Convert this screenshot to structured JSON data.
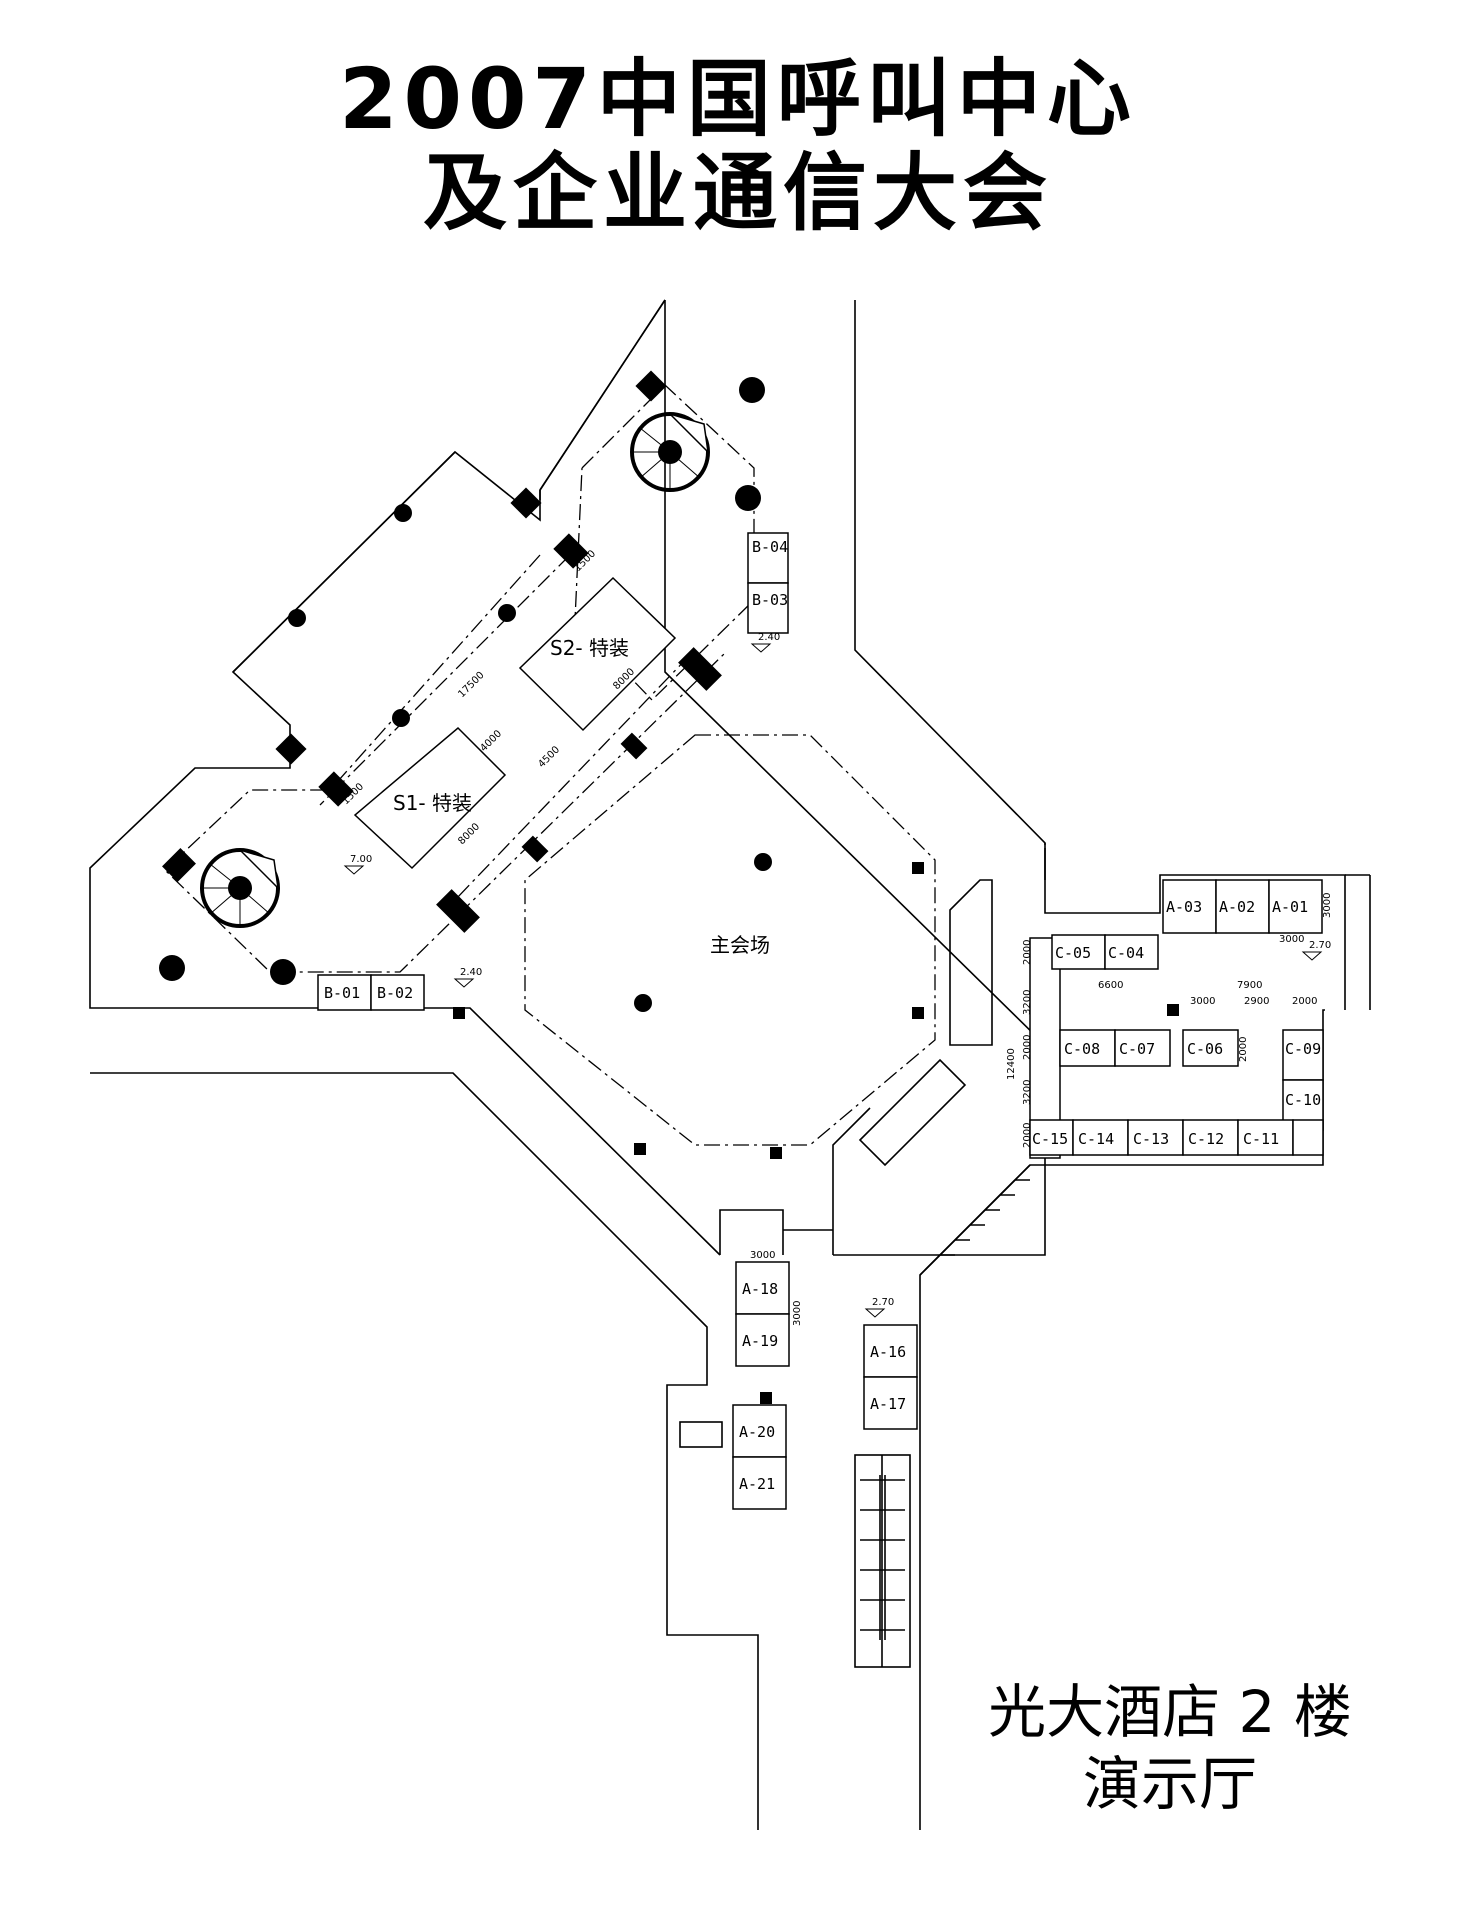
{
  "title": {
    "line1": "2007中国呼叫中心",
    "line2": "及企业通信大会"
  },
  "venue": {
    "line1": "光大酒店 2 楼",
    "line2": "演示厅"
  },
  "halls": {
    "main": "主会场",
    "s1": "S1- 特装",
    "s2": "S2- 特装"
  },
  "booths": {
    "A-01": "A-01",
    "A-02": "A-02",
    "A-03": "A-03",
    "A-16": "A-16",
    "A-17": "A-17",
    "A-18": "A-18",
    "A-19": "A-19",
    "A-20": "A-20",
    "A-21": "A-21",
    "B-01": "B-01",
    "B-02": "B-02",
    "B-03": "B-03",
    "B-04": "B-04",
    "C-04": "C-04",
    "C-05": "C-05",
    "C-06": "C-06",
    "C-07": "C-07",
    "C-08": "C-08",
    "C-09": "C-09",
    "C-10": "C-10",
    "C-11": "C-11",
    "C-12": "C-12",
    "C-13": "C-13",
    "C-14": "C-14",
    "C-15": "C-15"
  },
  "dimensions": {
    "d17500": "17500",
    "d1500a": "1500",
    "d1500b": "1500",
    "d8000a": "8000",
    "d8000b": "8000",
    "d4000": "4000",
    "d4500": "4500",
    "d6600": "6600",
    "d7900": "7900",
    "d3000a": "3000",
    "d2900": "2900",
    "d2000a": "2000",
    "d3000b": "3000",
    "d3000c": "3000",
    "d3000d": "3000",
    "d3000e": "3000",
    "d12400": "12400",
    "d2000b": "2000",
    "d3200a": "3200",
    "d2000c": "2000",
    "d3200b": "3200",
    "d2000d": "2000",
    "d2000e": "2000"
  },
  "levels": {
    "l240a": "2.40",
    "l240b": "2.40",
    "l700": "7.00",
    "l270a": "2.70",
    "l270b": "2.70"
  }
}
